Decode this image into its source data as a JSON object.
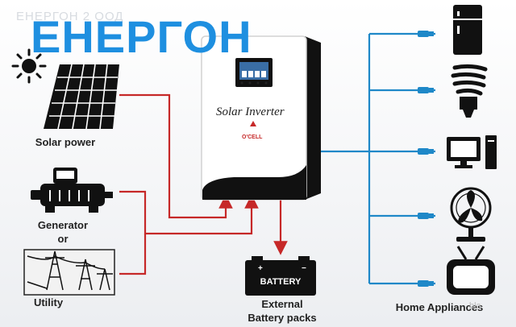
{
  "watermark": "ЕНЕРГОН 2 ООД",
  "brand": "ЕНЕРГОН",
  "inverter": {
    "title": "Solar Inverter",
    "maker": "O'CELL"
  },
  "sources": {
    "solar": "Solar power",
    "generator": "Generator",
    "or": "or",
    "utility": "Utility"
  },
  "battery": {
    "label": "BATTERY",
    "caption_line1": "External",
    "caption_line2": "Battery packs"
  },
  "loads": {
    "caption": "Home Appliances",
    "items": [
      "refrigerator",
      "cfl-bulb",
      "computer",
      "fan",
      "television"
    ]
  },
  "colors": {
    "dc_line": "#c62828",
    "ac_line": "#1e88c8",
    "brand": "#1e8fe0"
  },
  "bottom_mark": "bla"
}
